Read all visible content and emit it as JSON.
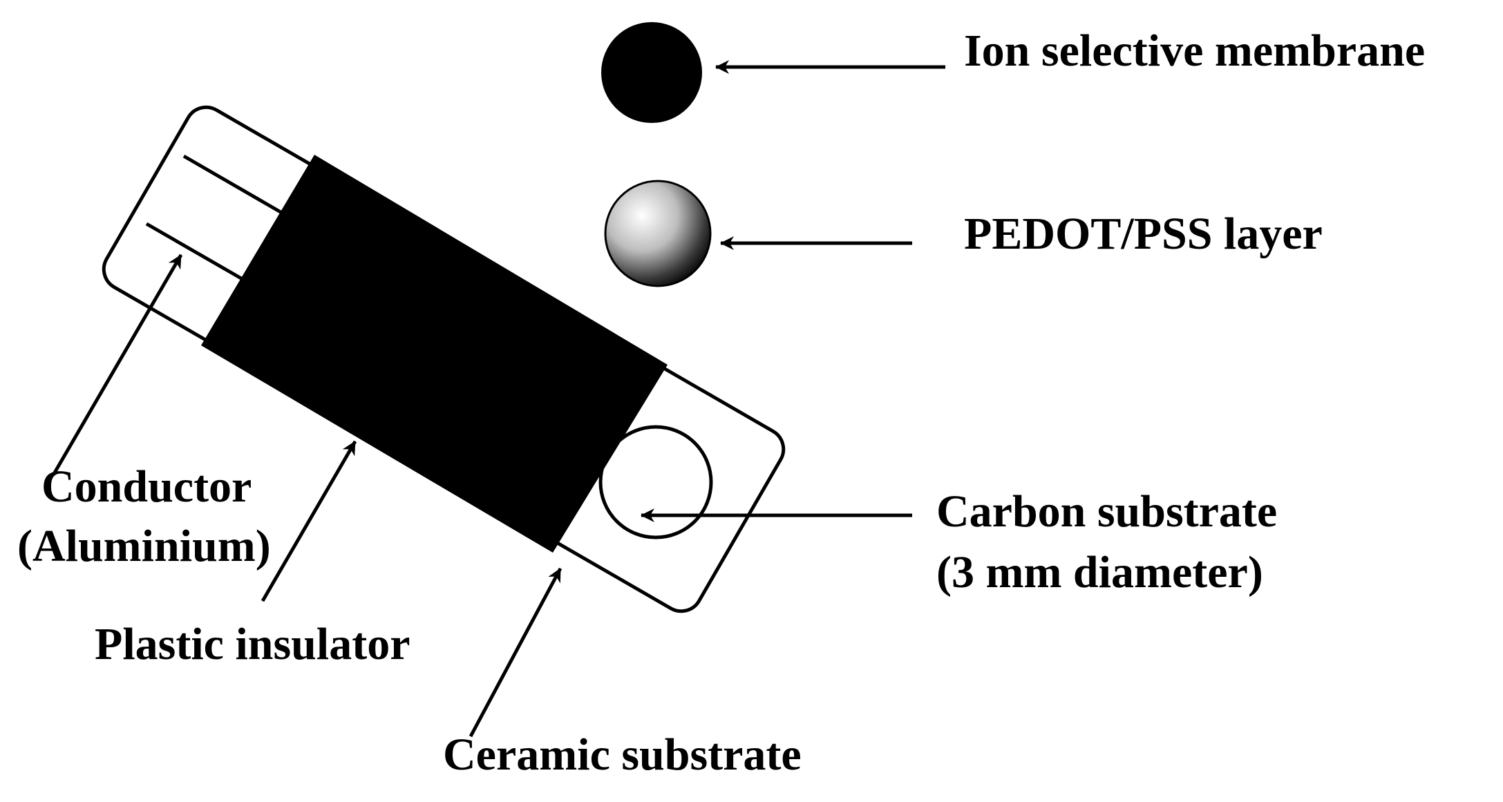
{
  "labels": {
    "ion_selective_membrane": "Ion selective membrane",
    "pedot_pss_layer": "PEDOT/PSS layer",
    "carbon_substrate_line1": "Carbon substrate",
    "carbon_substrate_line2": "(3 mm diameter)",
    "conductor_line1": "Conductor",
    "conductor_line2": "(Aluminium)",
    "plastic_insulator": "Plastic insulator",
    "ceramic_substrate": "Ceramic substrate"
  },
  "colors": {
    "stroke": "#000000",
    "fill_black": "#000000",
    "background": "#ffffff"
  }
}
